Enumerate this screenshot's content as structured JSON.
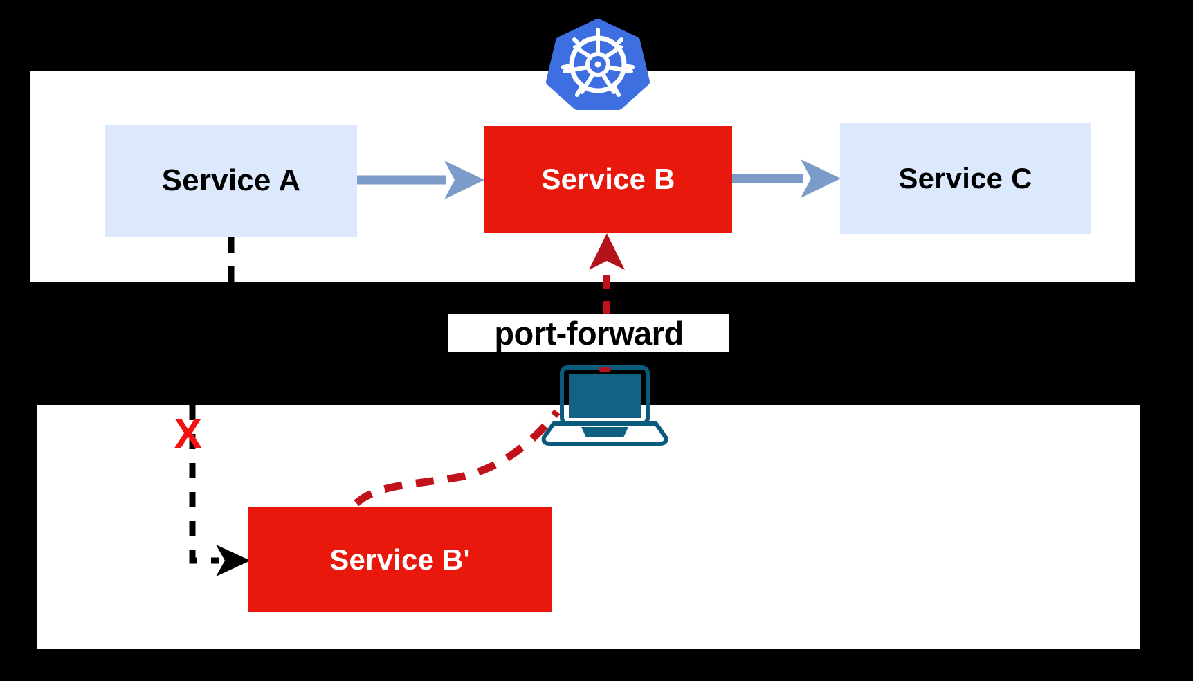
{
  "diagram": {
    "title": "Kubernetes port-forward service interception",
    "type": "architecture-diagram",
    "background_color": "#000000"
  },
  "panels": {
    "cluster": {
      "name": "kubernetes-cluster-panel",
      "background_color": "#ffffff"
    },
    "local": {
      "name": "local-machine-panel",
      "background_color": "#ffffff"
    }
  },
  "nodes": {
    "service_a": {
      "label": "Service A",
      "fill": "#dce8fb",
      "text_color": "#000000"
    },
    "service_b": {
      "label": "Service B",
      "fill": "#e8180c",
      "text_color": "#ffffff"
    },
    "service_c": {
      "label": "Service C",
      "fill": "#dce8fb",
      "text_color": "#000000"
    },
    "service_b_prime": {
      "label": "Service B'",
      "fill": "#e8180c",
      "text_color": "#ffffff"
    }
  },
  "icons": {
    "kubernetes": {
      "name": "kubernetes-logo",
      "fill": "#3d6fe0",
      "glyph": "#ffffff"
    },
    "laptop": {
      "name": "laptop-icon",
      "outline": "#0a5a7c",
      "screen_fill": "#126284"
    }
  },
  "connectors": {
    "a_to_b": {
      "label": "",
      "color": "#7b9bc8",
      "style": "solid-arrow"
    },
    "b_to_c": {
      "label": "",
      "color": "#7b9bc8",
      "style": "solid-arrow"
    },
    "laptop_to_b": {
      "label": "port-forward",
      "color": "#c1121c",
      "style": "dashed-arrow"
    },
    "laptop_to_b_prime": {
      "label": "",
      "color": "#c1121c",
      "style": "dashed-curve"
    },
    "a_to_b_prime": {
      "label": "",
      "color": "#000000",
      "style": "dashed-arrow"
    }
  },
  "markers": {
    "blocked": {
      "label": "X",
      "color": "#f31111"
    }
  },
  "labels": {
    "port_forward": "port-forward"
  }
}
